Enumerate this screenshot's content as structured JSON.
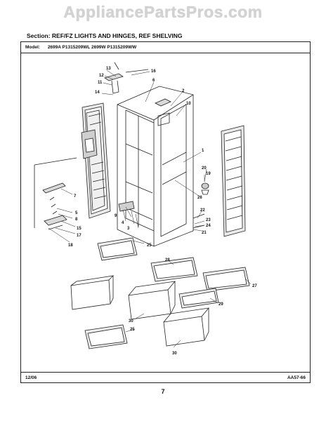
{
  "watermark": "AppliancePartsPros.com",
  "section": {
    "label": "Section:",
    "title": "REF/FZ LIGHTS AND HINGES, REF SHELVING"
  },
  "model": {
    "label": "Model:",
    "value": "2699A P1315209WL 2699W P1315209WW"
  },
  "footer": {
    "date": "12/06",
    "code": "AA57-66",
    "page": "7"
  },
  "callouts": {
    "c1": "1",
    "c2": "2",
    "c3": "3",
    "c4": "4",
    "c5": "5",
    "c6": "6",
    "c7": "7",
    "c8": "8",
    "c9": "9",
    "c10": "10",
    "c11": "11",
    "c12": "12",
    "c13": "13",
    "c14": "14",
    "c15": "15",
    "c16": "16",
    "c17": "17",
    "c18": "18",
    "c19": "19",
    "c20": "20",
    "c21": "21",
    "c22": "22",
    "c23": "23",
    "c24": "24",
    "c25a": "25",
    "c25b": "25",
    "c26": "26",
    "c27": "27",
    "c28": "28",
    "c29": "29",
    "c30a": "30",
    "c30b": "30"
  }
}
